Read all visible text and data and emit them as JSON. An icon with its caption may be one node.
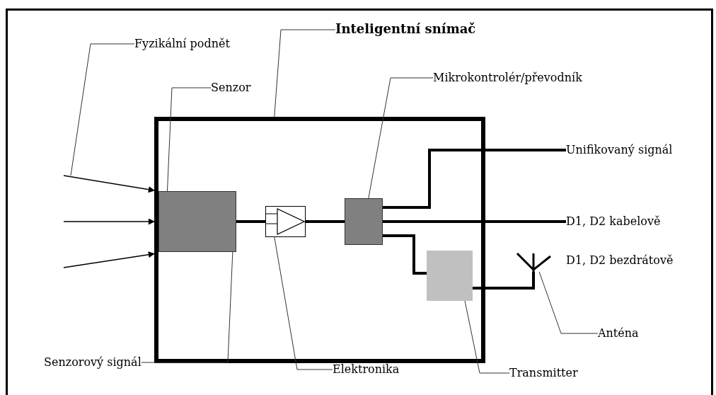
{
  "diagram": {
    "nodes": [
      {
        "text": [
          "Inteligentní snímač"
        ]
      },
      {
        "text": [],
        "shape": "box"
      },
      {
        "text": [
          "Fyzikální podnět"
        ]
      },
      {
        "text": [
          "Senzor"
        ]
      },
      {
        "text": [],
        "shape": "box",
        "in": 1
      },
      {
        "text": [],
        "shape": "box",
        "in": 1
      },
      {
        "text": [],
        "shape": "box",
        "in": 1
      },
      {
        "text": [],
        "shape": "box",
        "in": 1
      },
      {
        "text": [],
        "shape": "antenna"
      },
      {
        "text": [
          "Mikrokontrolér/převodník"
        ]
      },
      {
        "text": [
          "Unifikovaný signál"
        ]
      },
      {
        "text": [
          "D1, D2 kabelově"
        ]
      },
      {
        "text": [
          "D1, D2 bezdrátově"
        ]
      },
      {
        "text": [
          "Senzorový signál"
        ]
      },
      {
        "text": [
          "Elektronika"
        ]
      },
      {
        "text": [
          "Transmitter"
        ]
      },
      {
        "text": [
          "Anténa"
        ]
      }
    ],
    "edges": [
      {
        "from": 0,
        "to": 1,
        "arrow": "none"
      },
      {
        "from": 2,
        "to": null,
        "arrow": "none"
      },
      {
        "from": 3,
        "to": 4,
        "arrow": "none"
      },
      {
        "from": 9,
        "to": 6,
        "arrow": "none"
      },
      {
        "from": 13,
        "to": 4,
        "arrow": "none"
      },
      {
        "from": 14,
        "to": 5,
        "arrow": "none"
      },
      {
        "from": 15,
        "to": 7,
        "arrow": "none"
      },
      {
        "from": 16,
        "to": 8,
        "arrow": "none"
      },
      {
        "from": null,
        "to": 1,
        "arrow": "to"
      },
      {
        "from": null,
        "to": 1,
        "arrow": "to"
      },
      {
        "from": null,
        "to": 1,
        "arrow": "to"
      },
      {
        "from": 4,
        "to": 5,
        "arrow": "none",
        "style": "thick"
      },
      {
        "from": 5,
        "to": 6,
        "arrow": "none",
        "style": "thick"
      },
      {
        "from": 6,
        "to": 10,
        "arrow": "none",
        "style": "thick"
      },
      {
        "from": 6,
        "to": 11,
        "arrow": "none",
        "style": "thick"
      },
      {
        "from": 6,
        "to": 7,
        "arrow": "none",
        "style": "thick"
      },
      {
        "from": 7,
        "to": 8,
        "arrow": "none",
        "style": "thick"
      }
    ]
  }
}
